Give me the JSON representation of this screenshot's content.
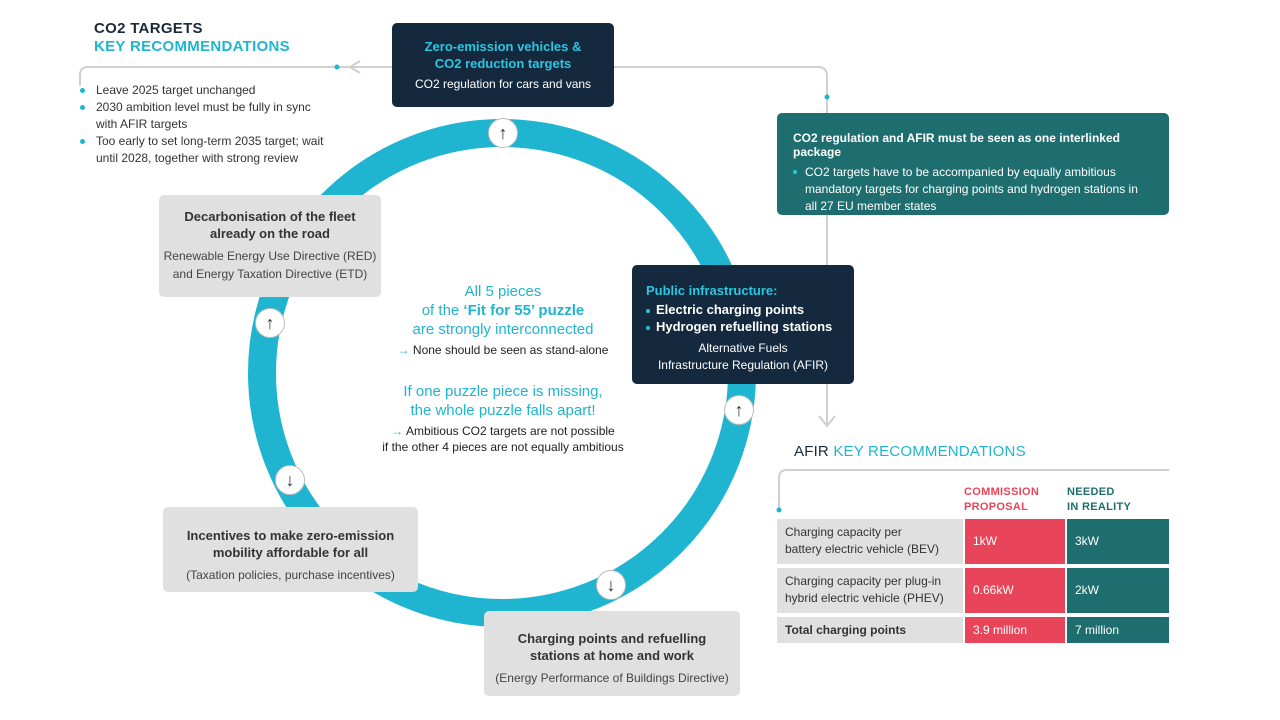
{
  "co2_targets": {
    "heading_line1": "CO2 TARGETS",
    "heading_line2": "KEY RECOMMENDATIONS",
    "bullets": [
      "Leave 2025 target unchanged",
      "2030 ambition level must be fully in sync with AFIR targets",
      "Too early to set long-term 2035 target; wait until 2028, together with strong review"
    ]
  },
  "zero_emission": {
    "title_line1": "Zero-emission vehicles &",
    "title_line2": "CO2 reduction targets",
    "subtitle": "CO2 regulation for cars and vans"
  },
  "fleet": {
    "title_line1": "Decarbonisation of the fleet",
    "title_line2": "already on the road",
    "sub_line1": "Renewable Energy Use Directive (RED)",
    "sub_line2": "and Energy Taxation Directive (ETD)"
  },
  "public_infra": {
    "title": "Public infrastructure:",
    "items": [
      "Electric charging points",
      "Hydrogen refuelling stations"
    ],
    "sub_line1": "Alternative Fuels",
    "sub_line2": "Infrastructure Regulation (AFIR)"
  },
  "incentives": {
    "title_line1": "Incentives to make zero-emission",
    "title_line2": "mobility affordable for all",
    "sub": "(Taxation policies, purchase incentives)"
  },
  "charging_home": {
    "title_line1": "Charging points and refuelling",
    "title_line2": "stations at home and work",
    "sub": "(Energy Performance of Buildings Directive)"
  },
  "interlinked": {
    "title": "CO2 regulation and AFIR must be seen as one interlinked package",
    "body": "CO2 targets have to be accompanied by equally ambitious mandatory targets for charging points and hydrogen stations in all 27 EU member states"
  },
  "center": {
    "line1": "All 5 pieces",
    "line2_pre": "of the ",
    "line2_bold": "‘Fit for 55’ puzzle",
    "line3": "are strongly interconnected",
    "note1": "None should be seen as stand-alone",
    "line4": "If one puzzle piece is missing,",
    "line5": "the whole puzzle falls apart!",
    "note2_line1": "Ambitious CO2 targets are not possible",
    "note2_line2": "if the other 4 pieces are not equally ambitious"
  },
  "afir": {
    "title_pre": "AFIR ",
    "title_accent": "KEY RECOMMENDATIONS",
    "col_commission_line1": "COMMISSION",
    "col_commission_line2": "PROPOSAL",
    "col_needed_line1": "NEEDED",
    "col_needed_line2": "IN REALITY",
    "rows": [
      {
        "label_line1": "Charging capacity per",
        "label_line2": "battery electric vehicle (BEV)",
        "commission": "1kW",
        "needed": "3kW"
      },
      {
        "label_line1": "Charging capacity per plug-in",
        "label_line2": "hybrid electric vehicle (PHEV)",
        "commission": "0.66kW",
        "needed": "2kW"
      },
      {
        "label_line1": "Total charging points",
        "label_line2": "",
        "commission": "3.9 million",
        "needed": "7 million"
      }
    ]
  },
  "colors": {
    "ring": "#1fb5d0",
    "dark_navy": "#14293e",
    "teal": "#1e6e6f",
    "red": "#e8445a",
    "gray": "#e0e0e0"
  },
  "icons": {
    "up": "arrow-up-icon",
    "down": "arrow-down-icon"
  }
}
